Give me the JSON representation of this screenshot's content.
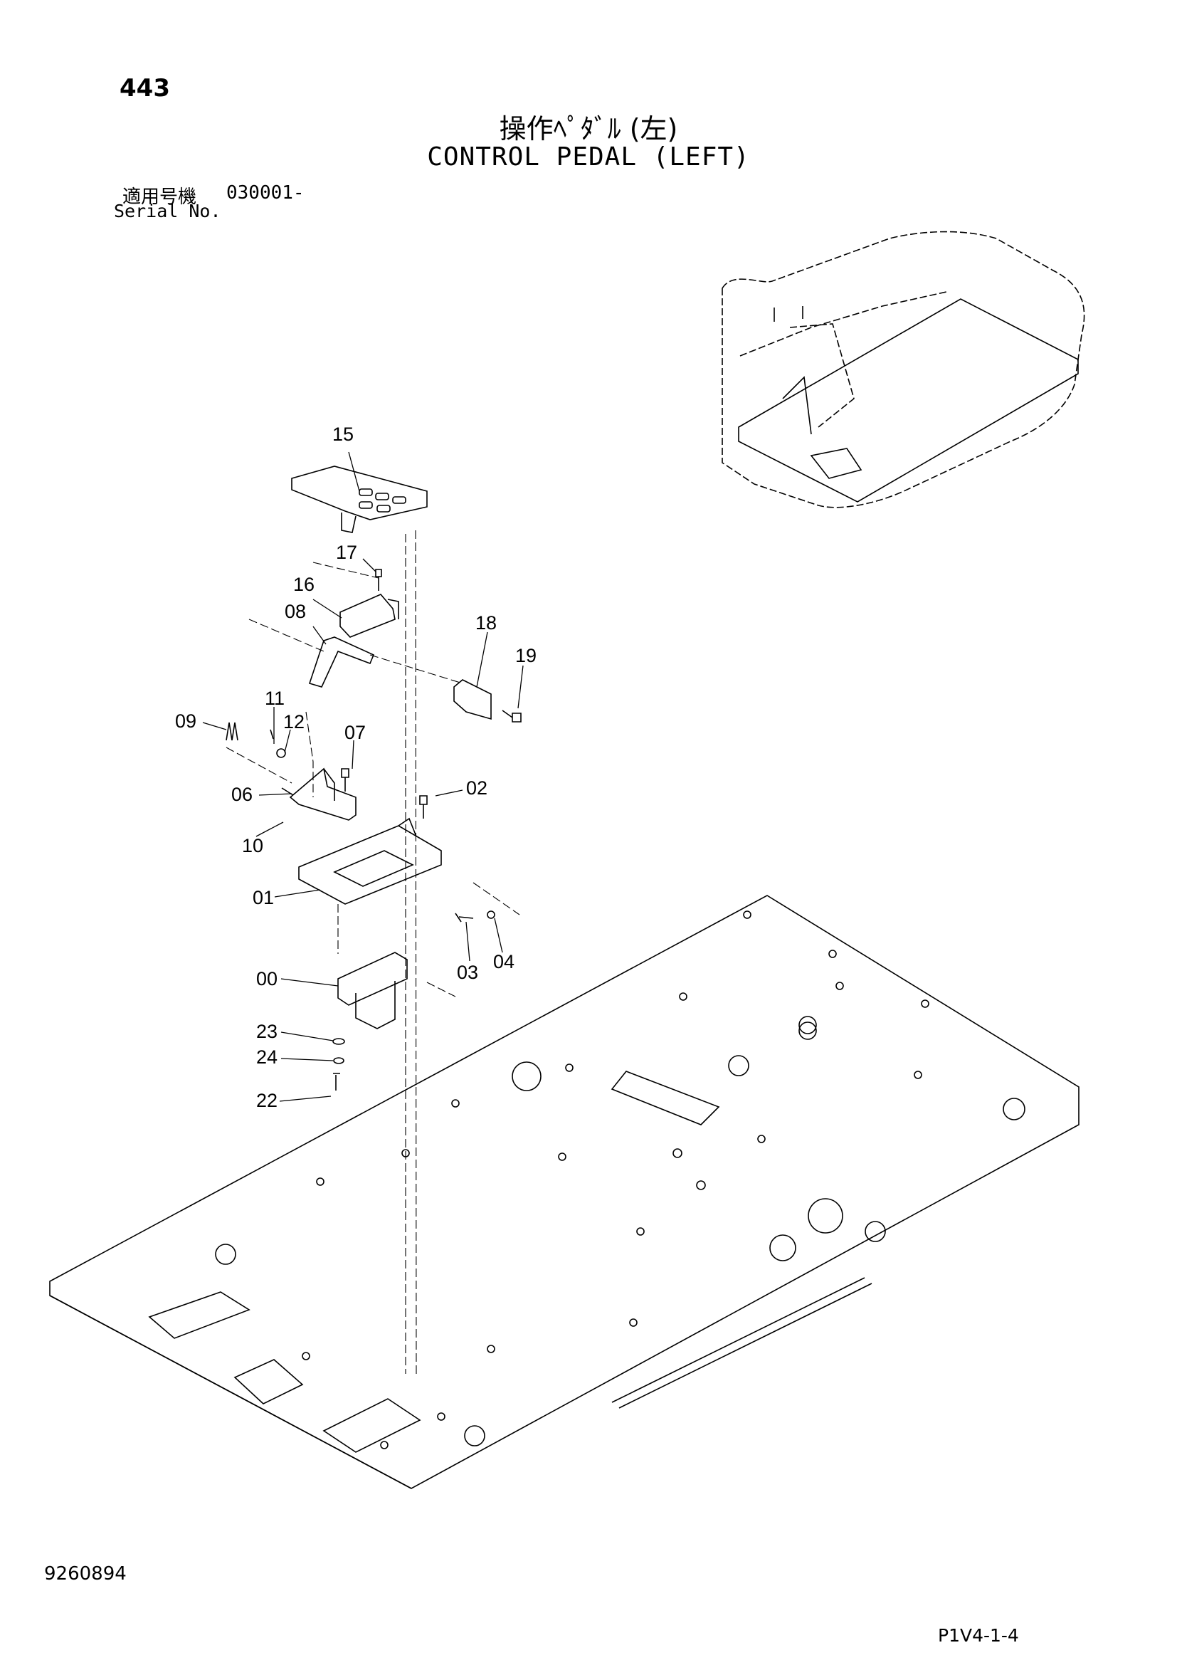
{
  "header": {
    "page_number": "443",
    "title_jp": "操作ﾍﾟﾀﾞﾙ (左)",
    "title_en": "CONTROL PEDAL (LEFT)",
    "serial_label_jp": "適用号機",
    "serial_value": "030001-",
    "serial_label_en": "Serial No."
  },
  "callouts": [
    "15",
    "17",
    "16",
    "08",
    "18",
    "19",
    "09",
    "11",
    "12",
    "07",
    "06",
    "02",
    "10",
    "01",
    "03",
    "04",
    "00",
    "23",
    "24",
    "22"
  ],
  "footer": {
    "document_id": "9260894",
    "reference_code": "P1V4-1-4"
  },
  "colors": {
    "line": "#000000",
    "background": "#ffffff"
  }
}
